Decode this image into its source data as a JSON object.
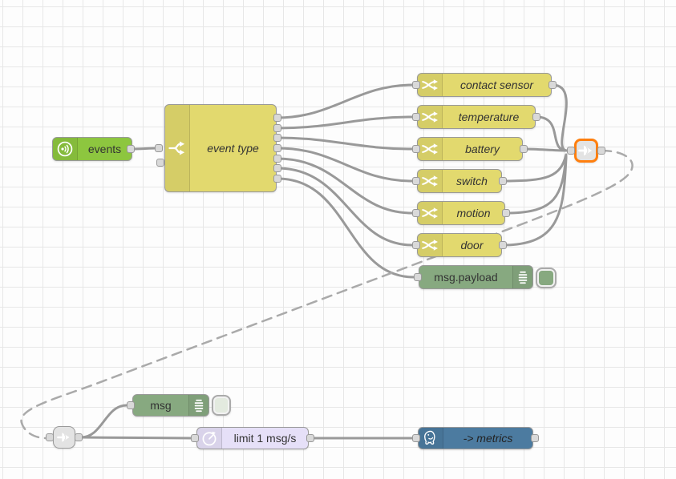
{
  "app": {
    "name": "Node-RED flow canvas"
  },
  "colors": {
    "wire": "#999999",
    "selection": "#ff7f0e",
    "inject_green": "#8dc63f",
    "switch_yellow": "#e2d96e",
    "debug_green": "#87a980",
    "delay_lavender": "#e6e0f8",
    "postgres_blue": "#4c7ba0",
    "link_gray": "#e3e3e3",
    "grid": "#e7e7e7"
  },
  "nodes": {
    "events": {
      "label": "events",
      "type": "event source",
      "icon": "broadcast-icon"
    },
    "event_type": {
      "label": "event type",
      "type": "switch",
      "icon": "switch-icon",
      "outputs": 7
    },
    "contact_sensor": {
      "label": "contact sensor",
      "type": "change",
      "icon": "shuffle-icon"
    },
    "temperature": {
      "label": "temperature",
      "type": "change",
      "icon": "shuffle-icon"
    },
    "battery": {
      "label": "battery",
      "type": "change",
      "icon": "shuffle-icon"
    },
    "switch": {
      "label": "switch",
      "type": "change",
      "icon": "shuffle-icon"
    },
    "motion": {
      "label": "motion",
      "type": "change",
      "icon": "shuffle-icon"
    },
    "door": {
      "label": "door",
      "type": "change",
      "icon": "shuffle-icon"
    },
    "msg_payload": {
      "label": "msg.payload",
      "type": "debug",
      "icon": "debug-lines-icon",
      "toggle": "on"
    },
    "link_out": {
      "label": "",
      "type": "link out",
      "icon": "link-arrow-icon",
      "selected": true
    },
    "link_in": {
      "label": "",
      "type": "link in",
      "icon": "link-arrow-icon"
    },
    "msg": {
      "label": "msg",
      "type": "debug",
      "icon": "debug-lines-icon",
      "toggle": "off"
    },
    "limit": {
      "label": "limit 1 msg/s",
      "type": "delay",
      "icon": "timer-icon"
    },
    "metrics": {
      "label": "-> metrics",
      "type": "postgresql",
      "icon": "postgres-elephant-icon"
    }
  },
  "connections": [
    {
      "from": "events",
      "to": "event type"
    },
    {
      "from": "event type:1",
      "to": "contact sensor"
    },
    {
      "from": "event type:2",
      "to": "temperature"
    },
    {
      "from": "event type:3",
      "to": "battery"
    },
    {
      "from": "event type:4",
      "to": "switch"
    },
    {
      "from": "event type:5",
      "to": "motion"
    },
    {
      "from": "event type:6",
      "to": "door"
    },
    {
      "from": "event type:7",
      "to": "msg.payload"
    },
    {
      "from": "contact sensor",
      "to": "link out"
    },
    {
      "from": "temperature",
      "to": "link out"
    },
    {
      "from": "battery",
      "to": "link out"
    },
    {
      "from": "switch",
      "to": "link out"
    },
    {
      "from": "motion",
      "to": "link out"
    },
    {
      "from": "door",
      "to": "link out"
    },
    {
      "from": "link out",
      "to": "link in",
      "style": "virtual-dashed"
    },
    {
      "from": "link in",
      "to": "msg"
    },
    {
      "from": "link in",
      "to": "limit 1 msg/s"
    },
    {
      "from": "limit 1 msg/s",
      "to": "-> metrics"
    }
  ]
}
